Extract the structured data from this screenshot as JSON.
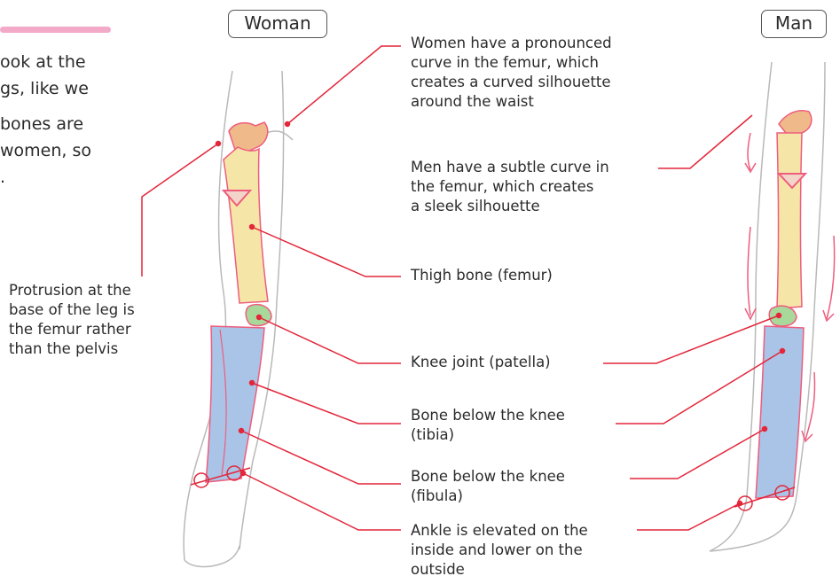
{
  "intro": {
    "lines": [
      "ook at the",
      "gs, like we",
      "bones are",
      "women, so",
      "."
    ]
  },
  "tags": {
    "woman": "Woman",
    "man": "Man"
  },
  "annotations": {
    "women_curve": [
      "Women have a pronounced",
      "curve in the femur, which",
      "creates a curved silhouette",
      "around the waist"
    ],
    "men_curve": [
      "Men have a subtle curve in",
      "the femur, which creates",
      "a sleek silhouette"
    ],
    "thigh_bone": [
      "Thigh bone (femur)"
    ],
    "knee_joint": [
      "Knee joint (patella)"
    ],
    "tibia": [
      "Bone below the knee",
      "(tibia)"
    ],
    "fibula": [
      "Bone below the knee",
      "(fibula)"
    ],
    "ankle": [
      "Ankle is elevated on the",
      "inside and lower on the",
      "outside"
    ],
    "protrusion": [
      "Protrusion at the",
      "base of the leg is",
      "the femur rather",
      "than the pelvis"
    ]
  },
  "colors": {
    "leader": "#e3263a",
    "femur": "#f5e6a8",
    "femur_head": "#f0b98a",
    "patella": "#a8d89a",
    "shin_bones": "#a9c4e6",
    "outline_pink": "#ee5d7e",
    "leg_outline": "#b9b9b9"
  }
}
